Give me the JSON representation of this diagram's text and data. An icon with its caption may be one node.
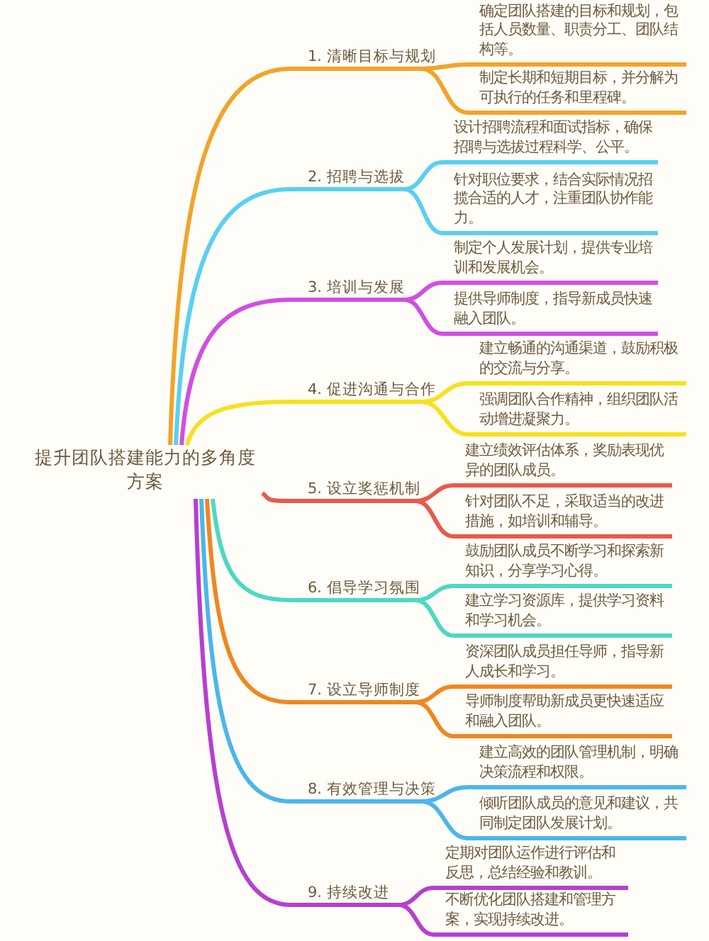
{
  "diagram": {
    "nodes": [
      {
        "text": [
          "提升团队搭建能力的多角度方案"
        ]
      },
      {
        "text": [
          "1. 清晰目标与规划"
        ]
      },
      {
        "text": [
          "确定团队搭建的目标和规划，包括人员数量、职责分工、团队结构等。"
        ]
      },
      {
        "text": [
          "制定长期和短期目标，并分解为可执行的任务和里程碑。"
        ]
      },
      {
        "text": [
          "2. 招聘与选拔"
        ]
      },
      {
        "text": [
          "设计招聘流程和面试指标，确保招聘与选拔过程科学、公平。"
        ]
      },
      {
        "text": [
          "针对职位要求，结合实际情况招揽合适的人才，注重团队协作能力。"
        ]
      },
      {
        "text": [
          "3. 培训与发展"
        ]
      },
      {
        "text": [
          "制定个人发展计划，提供专业培训和发展机会。"
        ]
      },
      {
        "text": [
          "提供导师制度，指导新成员快速融入团队。"
        ]
      },
      {
        "text": [
          "4. 促进沟通与合作"
        ]
      },
      {
        "text": [
          "建立畅通的沟通渠道，鼓励积极的交流与分享。"
        ]
      },
      {
        "text": [
          "强调团队合作精神，组织团队活动增进凝聚力。"
        ]
      },
      {
        "text": [
          "5. 设立奖惩机制"
        ]
      },
      {
        "text": [
          "建立绩效评估体系，奖励表现优异的团队成员。"
        ]
      },
      {
        "text": [
          "针对团队不足，采取适当的改进措施，如培训和辅导。"
        ]
      },
      {
        "text": [
          "6. 倡导学习氛围"
        ]
      },
      {
        "text": [
          "鼓励团队成员不断学习和探索新知识，分享学习心得。"
        ]
      },
      {
        "text": [
          "建立学习资源库，提供学习资料和学习机会。"
        ]
      },
      {
        "text": [
          "7. 设立导师制度"
        ]
      },
      {
        "text": [
          "资深团队成员担任导师，指导新人成长和学习。"
        ]
      },
      {
        "text": [
          "导师制度帮助新成员更快速适应和融入团队。"
        ]
      },
      {
        "text": [
          "8. 有效管理与决策"
        ]
      },
      {
        "text": [
          "建立高效的团队管理机制，明确决策流程和权限。"
        ]
      },
      {
        "text": [
          "倾听团队成员的意见和建议，共同制定团队发展计划。"
        ]
      },
      {
        "text": [
          "9. 持续改进"
        ]
      },
      {
        "text": [
          "定期对团队运作进行评估和反思，总结经验和教训。"
        ]
      },
      {
        "text": [
          "不断优化团队搭建和管理方案，实现持续改进。"
        ]
      }
    ],
    "edges": [
      {
        "from": 0,
        "to": 1,
        "arrow": "none",
        "color": "#f2a42a"
      },
      {
        "from": 1,
        "to": 2,
        "arrow": "none",
        "color": "#f2a42a"
      },
      {
        "from": 1,
        "to": 3,
        "arrow": "none",
        "color": "#f2a42a"
      },
      {
        "from": 0,
        "to": 4,
        "arrow": "none",
        "color": "#5ad0f0"
      },
      {
        "from": 4,
        "to": 5,
        "arrow": "none",
        "color": "#5ad0f0"
      },
      {
        "from": 4,
        "to": 6,
        "arrow": "none",
        "color": "#5ad0f0"
      },
      {
        "from": 0,
        "to": 7,
        "arrow": "none",
        "color": "#d24ee2"
      },
      {
        "from": 7,
        "to": 8,
        "arrow": "none",
        "color": "#d24ee2"
      },
      {
        "from": 7,
        "to": 9,
        "arrow": "none",
        "color": "#d24ee2"
      },
      {
        "from": 0,
        "to": 10,
        "arrow": "none",
        "color": "#f6e11e"
      },
      {
        "from": 10,
        "to": 11,
        "arrow": "none",
        "color": "#f6e11e"
      },
      {
        "from": 10,
        "to": 12,
        "arrow": "none",
        "color": "#f6e11e"
      },
      {
        "from": 0,
        "to": 13,
        "arrow": "none",
        "color": "#e85a4c"
      },
      {
        "from": 13,
        "to": 14,
        "arrow": "none",
        "color": "#e85a4c"
      },
      {
        "from": 13,
        "to": 15,
        "arrow": "none",
        "color": "#e85a4c"
      },
      {
        "from": 0,
        "to": 16,
        "arrow": "none",
        "color": "#4ed8c2"
      },
      {
        "from": 16,
        "to": 17,
        "arrow": "none",
        "color": "#4ed8c2"
      },
      {
        "from": 16,
        "to": 18,
        "arrow": "none",
        "color": "#4ed8c2"
      },
      {
        "from": 0,
        "to": 19,
        "arrow": "none",
        "color": "#f0871e"
      },
      {
        "from": 19,
        "to": 20,
        "arrow": "none",
        "color": "#f0871e"
      },
      {
        "from": 19,
        "to": 21,
        "arrow": "none",
        "color": "#f0871e"
      },
      {
        "from": 0,
        "to": 22,
        "arrow": "none",
        "color": "#4cb6ea"
      },
      {
        "from": 22,
        "to": 23,
        "arrow": "none",
        "color": "#4cb6ea"
      },
      {
        "from": 22,
        "to": 24,
        "arrow": "none",
        "color": "#4cb6ea"
      },
      {
        "from": 0,
        "to": 25,
        "arrow": "none",
        "color": "#b63fd0"
      },
      {
        "from": 25,
        "to": 26,
        "arrow": "none",
        "color": "#b63fd0"
      },
      {
        "from": 25,
        "to": 27,
        "arrow": "none",
        "color": "#b63fd0"
      }
    ]
  }
}
